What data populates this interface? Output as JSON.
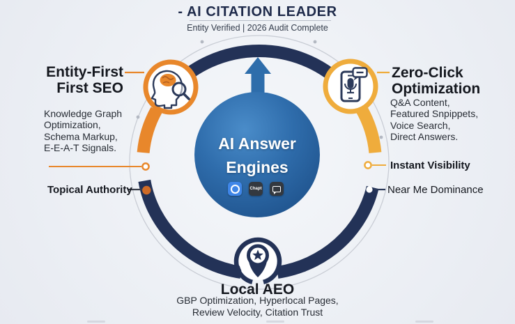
{
  "header": {
    "title": "- AI CITATION LEADER",
    "subtitle": "Entity Verified | 2026 Audit Complete"
  },
  "center": {
    "line1": "AI Answer",
    "line2": "Engines",
    "arrow_icon": "up-arrow-icon",
    "app_badges": [
      {
        "name": "ai-engine-badge-1",
        "icon": "ring-logo-icon"
      },
      {
        "name": "ai-engine-badge-2",
        "label": "Chapt"
      },
      {
        "name": "ai-engine-badge-3",
        "icon": "speech-bubble-logo-icon"
      }
    ]
  },
  "left_section": {
    "heading_line1": "Entity-First",
    "heading_line2": "First SEO",
    "icon": "head-brain-search-icon",
    "body_lines": [
      "Knowledge Graph",
      "Optimization,",
      "Schema Markup,",
      "E-E-A-T Signals."
    ],
    "callout": "Topical Authority"
  },
  "right_section": {
    "heading_line1": "Zero-Click",
    "heading_line2": "Optimization",
    "icon": "phone-voice-bubble-icon",
    "body_lines": [
      "Q&A Content,",
      "Featured Snpippets,",
      "Voice Search,",
      "Direct Answers."
    ],
    "callout_upper": "Instant Visibility",
    "callout_lower": "Near Me Dominance"
  },
  "bottom_section": {
    "heading": "Local AEO",
    "icon": "map-pin-star-icon",
    "body_lines": [
      "GBP Optimization, Hyperlocal Pages,",
      "Review Velocity, Citation Trust"
    ]
  },
  "colors": {
    "navy": "#233257",
    "orange": "#E8872B",
    "gold": "#EFAC3C",
    "orange_dot": "#CF6B27",
    "sphere_blue_light": "#4A8CC9",
    "sphere_blue_dark": "#1C4E87",
    "arrow_blue": "#2E6DAB",
    "app_blue": "#3F86E8",
    "background": "#EDF0F5"
  }
}
